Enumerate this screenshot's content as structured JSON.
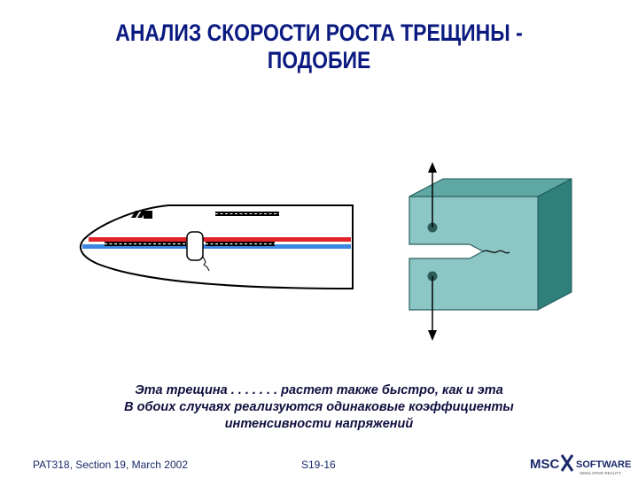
{
  "title": {
    "line1": "АНАЛИЗ СКОРОСТИ РОСТА ТРЕЩИНЫ -",
    "line2": "ПОДОБИЕ"
  },
  "caption": {
    "line1": "Эта трещина  . . . . .  . . растет также быстро, как и эта",
    "line2": "В обоих случаях реализуются одинаковые коэффициенты",
    "line3": "интенсивности напряжений"
  },
  "footer": {
    "left": "PAT318, Section 19, March 2002",
    "page": "S19-16"
  },
  "logo": {
    "brand_left": "MSC",
    "brand_right": "SOFTWARE",
    "tagline": "SIMULATING REALITY"
  },
  "colors": {
    "title": "#0a1a80",
    "stripe_red": "#e3232a",
    "stripe_blue": "#3a86e0",
    "block_front": "#8cc7c5",
    "block_side": "#2f7f7b",
    "block_top": "#5fa8a4",
    "arrow": "#000000"
  },
  "icons": {
    "airplane": "airplane-fuselage-icon",
    "crack_specimen": "cracked-block-specimen-icon"
  }
}
